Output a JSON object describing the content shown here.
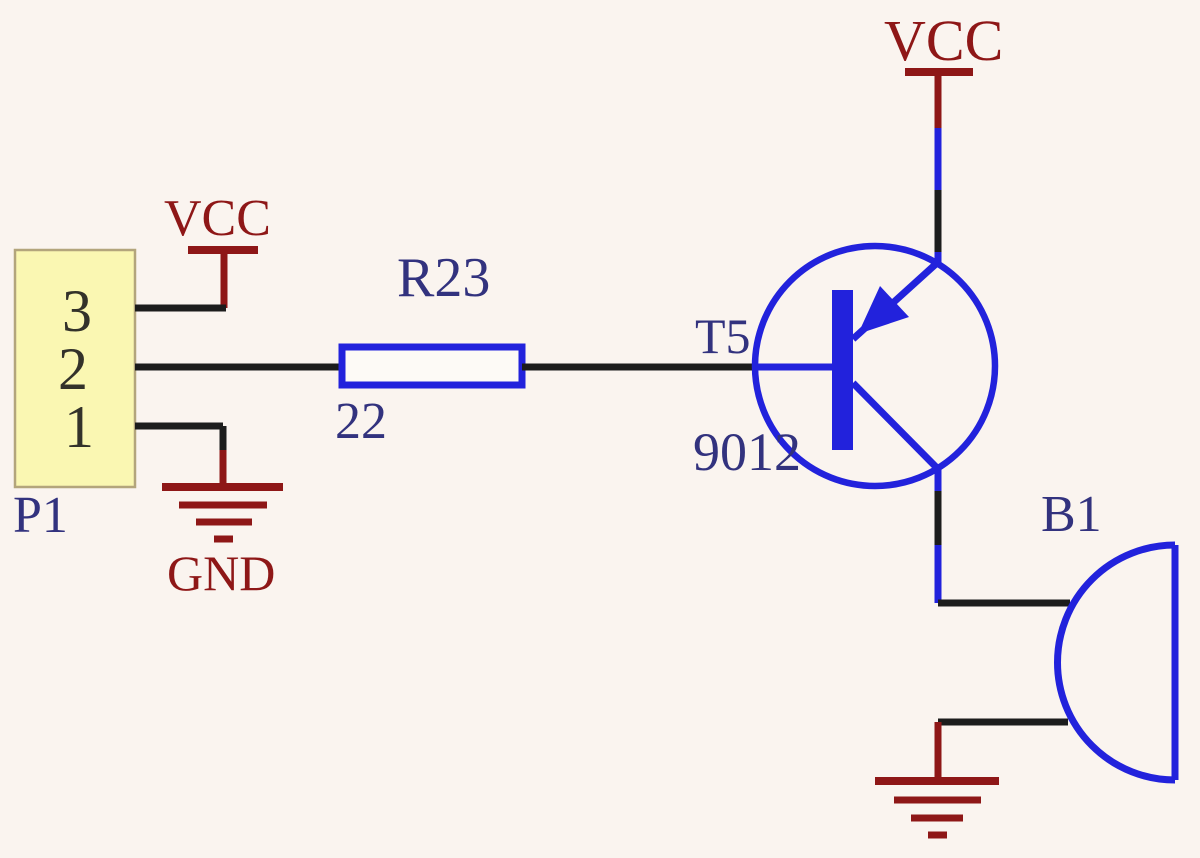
{
  "colors": {
    "background": "#faf4ef",
    "wire_black": "#1c1c1c",
    "power_red": "#8e1717",
    "component_blue": "#2222dc",
    "label_navy": "#32327e",
    "pin_text": "#33322a",
    "connector_fill": "#faf7b2",
    "connector_border": "#b3a57c"
  },
  "connector": {
    "designator": "P1",
    "pins": [
      {
        "number": "3"
      },
      {
        "number": "2"
      },
      {
        "number": "1"
      }
    ]
  },
  "resistor": {
    "designator": "R23",
    "value": "22"
  },
  "transistor": {
    "designator": "T5",
    "part_number": "9012"
  },
  "buzzer": {
    "designator": "B1"
  },
  "power_labels": {
    "vcc_left": "VCC",
    "gnd_left": "GND",
    "vcc_right": "VCC"
  }
}
